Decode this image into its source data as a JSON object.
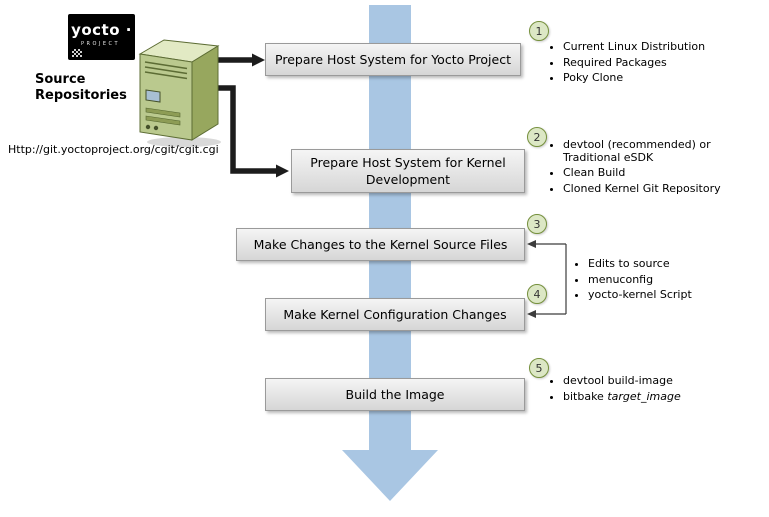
{
  "logo": {
    "title": "yocto ·",
    "subtitle": "PROJECT"
  },
  "source": {
    "title_line1": "Source",
    "title_line2": "Repositories",
    "url": "Http://git.yoctoproject.org/cgit/cgit.cgi"
  },
  "steps": [
    {
      "num": "1",
      "label": "Prepare Host System for Yocto Project"
    },
    {
      "num": "2",
      "label": "Prepare Host System for Kernel Development"
    },
    {
      "num": "3",
      "label": "Make Changes to the Kernel Source Files"
    },
    {
      "num": "4",
      "label": "Make Kernel Configuration Changes"
    },
    {
      "num": "5",
      "label": "Build the Image"
    }
  ],
  "notes": {
    "step1": [
      "Current Linux Distribution",
      "Required Packages",
      "Poky Clone"
    ],
    "step2": [
      "devtool (recommended) or Traditional eSDK",
      "Clean Build",
      "Cloned Kernel Git Repository"
    ],
    "steps34": [
      "Edits to source",
      "menuconfig",
      "yocto-kernel Script"
    ],
    "step5_item1": "devtool build-image",
    "step5_item2_plain": "bitbake ",
    "step5_item2_italic": "target_image"
  },
  "colors": {
    "flow_arrow": "#a9c6e3",
    "circle_fill": "#dce7c5",
    "circle_border": "#75903c",
    "box_border": "#9a9a9a"
  }
}
